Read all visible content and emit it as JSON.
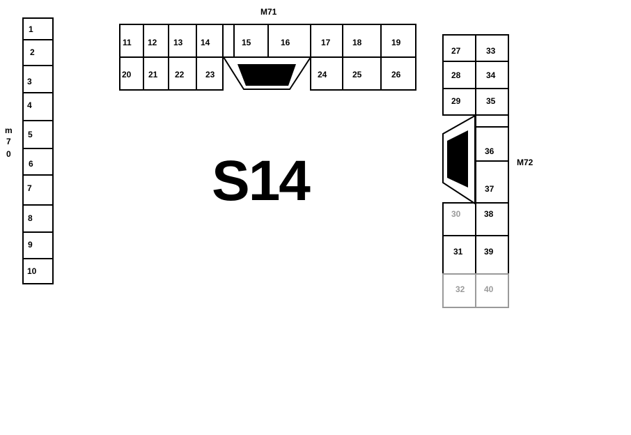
{
  "title": "S14",
  "labels": {
    "left": [
      "m",
      "7",
      "0"
    ],
    "top": "M71",
    "right": "M72"
  },
  "sections": {
    "m70": [
      "1",
      "2",
      "3",
      "4",
      "5",
      "6",
      "7",
      "8",
      "9",
      "10"
    ],
    "m71_top": [
      "11",
      "12",
      "13",
      "14",
      "15",
      "16",
      "17",
      "18",
      "19"
    ],
    "m71_bottom": [
      "20",
      "21",
      "22",
      "23",
      "24",
      "25",
      "26"
    ],
    "m72_left": [
      "27",
      "28",
      "29",
      "30",
      "31",
      "32"
    ],
    "m72_right": [
      "33",
      "34",
      "35",
      "36",
      "37",
      "38",
      "39",
      "40"
    ]
  },
  "colors": {
    "line": "#000000",
    "faded": "#9a9a9a",
    "background": "#ffffff"
  }
}
